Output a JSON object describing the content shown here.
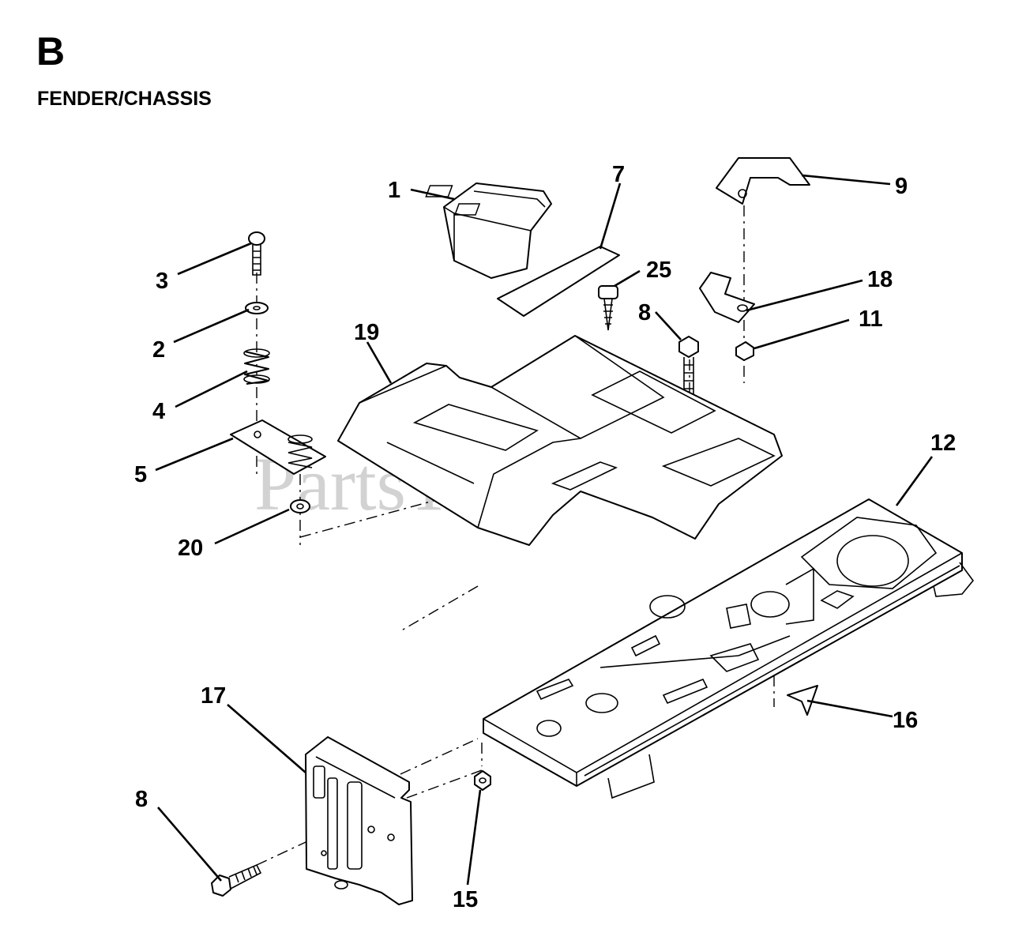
{
  "section": {
    "letter": "B",
    "title": "FENDER/CHASSIS"
  },
  "watermark": "PartsTree",
  "callouts": [
    {
      "id": "c1",
      "label": "1"
    },
    {
      "id": "c7",
      "label": "7"
    },
    {
      "id": "c9",
      "label": "9"
    },
    {
      "id": "c3",
      "label": "3"
    },
    {
      "id": "c25",
      "label": "25"
    },
    {
      "id": "c18",
      "label": "18"
    },
    {
      "id": "c8a",
      "label": "8"
    },
    {
      "id": "c11",
      "label": "11"
    },
    {
      "id": "c2",
      "label": "2"
    },
    {
      "id": "c19",
      "label": "19"
    },
    {
      "id": "c4",
      "label": "4"
    },
    {
      "id": "c12",
      "label": "12"
    },
    {
      "id": "c5",
      "label": "5"
    },
    {
      "id": "c20",
      "label": "20"
    },
    {
      "id": "c17",
      "label": "17"
    },
    {
      "id": "c16",
      "label": "16"
    },
    {
      "id": "c8b",
      "label": "8"
    },
    {
      "id": "c15",
      "label": "15"
    }
  ]
}
